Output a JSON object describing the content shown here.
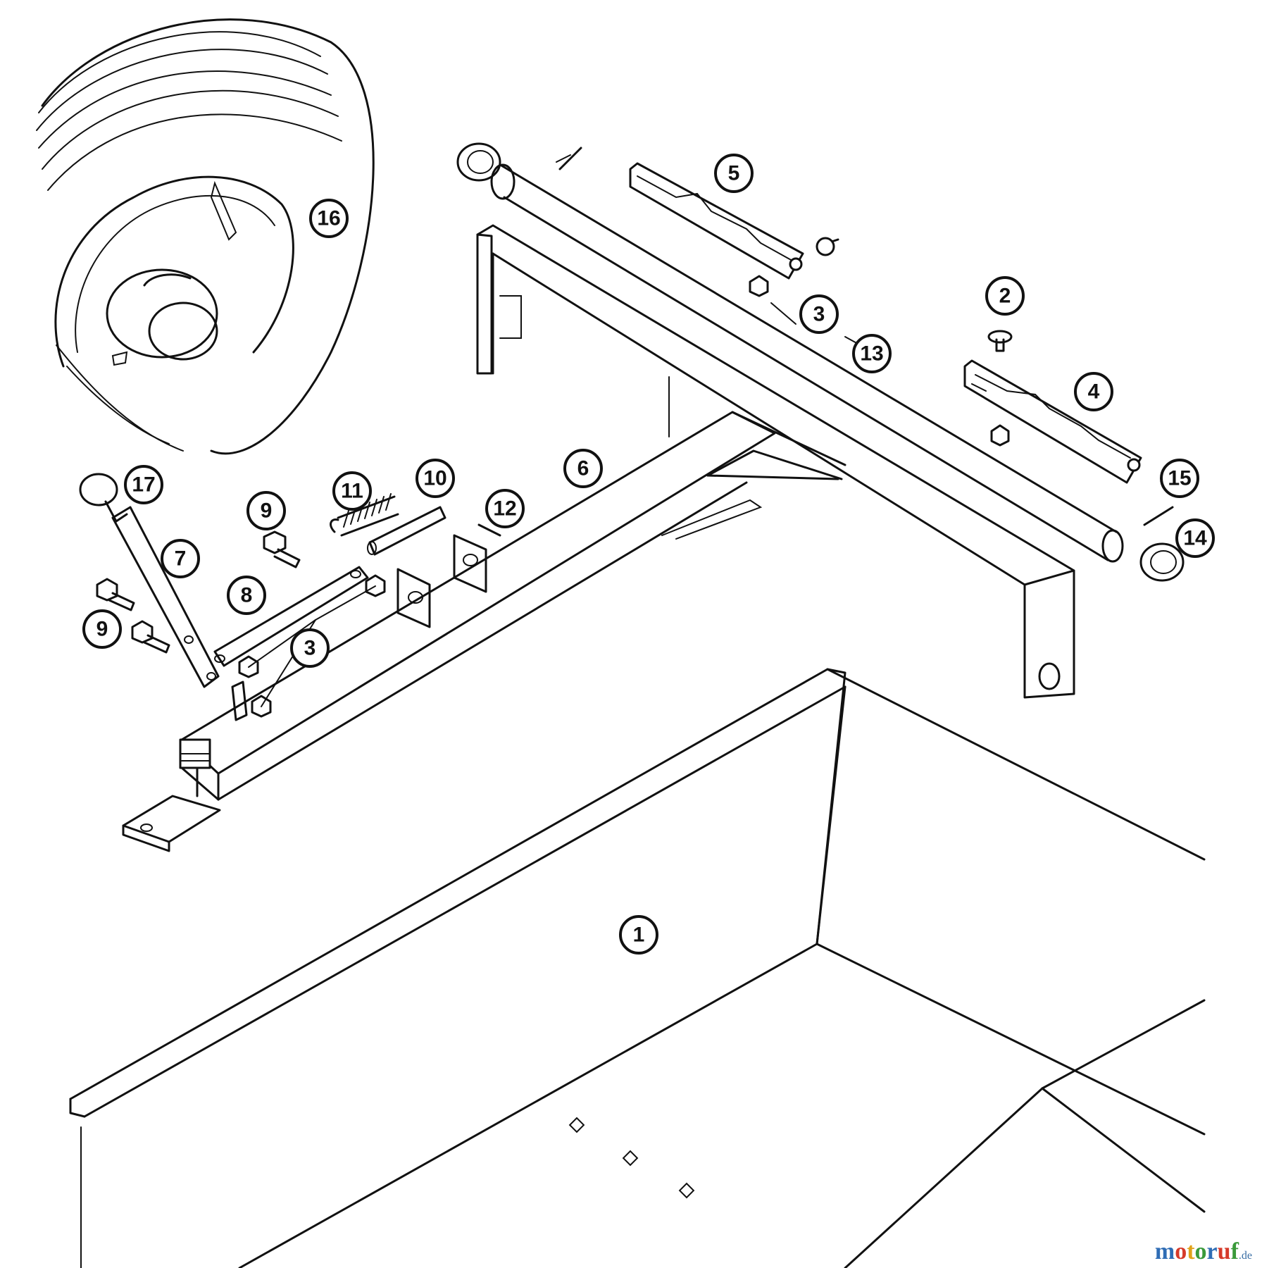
{
  "diagram": {
    "callouts": [
      {
        "id": "c1",
        "label": "1"
      },
      {
        "id": "c2",
        "label": "2"
      },
      {
        "id": "c3a",
        "label": "3"
      },
      {
        "id": "c3b",
        "label": "3"
      },
      {
        "id": "c4",
        "label": "4"
      },
      {
        "id": "c5",
        "label": "5"
      },
      {
        "id": "c6",
        "label": "6"
      },
      {
        "id": "c7",
        "label": "7"
      },
      {
        "id": "c8",
        "label": "8"
      },
      {
        "id": "c9a",
        "label": "9"
      },
      {
        "id": "c9b",
        "label": "9"
      },
      {
        "id": "c10",
        "label": "10"
      },
      {
        "id": "c11",
        "label": "11"
      },
      {
        "id": "c12",
        "label": "12"
      },
      {
        "id": "c13",
        "label": "13"
      },
      {
        "id": "c14",
        "label": "14"
      },
      {
        "id": "c15",
        "label": "15"
      },
      {
        "id": "c16",
        "label": "16"
      },
      {
        "id": "c17",
        "label": "17"
      }
    ]
  },
  "watermark": {
    "letters": [
      {
        "ch": "m",
        "color": "#2f6db5"
      },
      {
        "ch": "o",
        "color": "#d63a2a"
      },
      {
        "ch": "t",
        "color": "#e0a21a"
      },
      {
        "ch": "o",
        "color": "#3a9a3a"
      },
      {
        "ch": "r",
        "color": "#2f6db5"
      },
      {
        "ch": "u",
        "color": "#d63a2a"
      },
      {
        "ch": "f",
        "color": "#3a9a3a"
      }
    ],
    "suffix": ".de"
  }
}
